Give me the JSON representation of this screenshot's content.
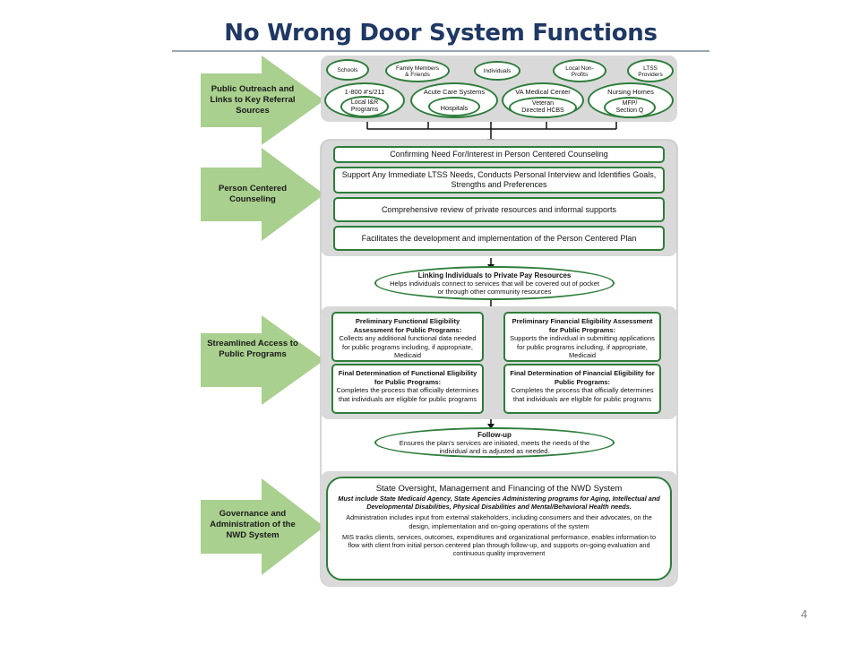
{
  "title": "No Wrong Door System Functions",
  "page_number": "4",
  "colors": {
    "arrow_fill": "#a9d08e",
    "box_border": "#2e7d3b",
    "panel": "#d9d9d9",
    "title": "#1f3864"
  },
  "side_labels": {
    "outreach": "Public Outreach and Links to Key Referral Sources",
    "counseling": "Person Centered Counseling",
    "access": "Streamlined Access to Public Programs",
    "governance": "Governance and Administration of the NWD System"
  },
  "outreach": {
    "schools": "Schools",
    "family": "Family Members & Friends",
    "individuals": "Individuals",
    "local_nonprofits": "Local Non-Profits",
    "ltss_providers": "LTSS Providers",
    "line_211": "1-800 #'s/211",
    "local_ir": "Local I&R Programs",
    "acute_care": "Acute Care Systems",
    "hospitals": "Hospitals",
    "va_medical": "VA Medical Center",
    "veteran_hcbs": "Veteran Directed HCBS",
    "nursing_homes": "Nursing Homes",
    "mfp": "MFP/ Section Q"
  },
  "counseling": {
    "confirm": "Confirming Need For/Interest in Person Centered Counseling",
    "support": "Support Any Immediate LTSS Needs, Conducts Personal Interview and Identifies Goals, Strengths and Preferences",
    "review": "Comprehensive review of private resources and informal supports",
    "facilitates": "Facilitates the development and implementation of the Person Centered Plan"
  },
  "linking": {
    "title": "Linking Individuals to Private Pay Resources",
    "text": "Helps individuals connect to services that will be covered out of pocket or through other community resources"
  },
  "access": {
    "prelim_functional_title": "Preliminary Functional Eligibility Assessment for Public Programs:",
    "prelim_functional_text": "Collects any additional functional data needed for public programs including, if appropriate, Medicaid",
    "prelim_financial_title": "Preliminary Financial Eligibility Assessment for Public Programs:",
    "prelim_financial_text": "Supports the individual in submitting applications for public programs including, if appropriate, Medicaid",
    "final_functional_title": "Final Determination of Functional Eligibility for Public Programs:",
    "final_functional_text": "Completes the process that officially determines that individuals are eligible for public programs",
    "final_financial_title": "Final Determination of Financial Eligibility for Public Programs:",
    "final_financial_text": "Completes the process that officially determines that individuals are eligible for public programs"
  },
  "followup": {
    "title": "Follow-up",
    "text": "Ensures the plan's services are initiated, meets the needs of the individual and is adjusted as needed."
  },
  "governance": {
    "title": "State Oversight, Management and Financing of the NWD System",
    "must_include": "Must include State Medicaid Agency, State Agencies Administering programs for Aging, Intellectual and Developmental Disabilities, Physical Disabilities and Mental/Behavioral Health needs.",
    "administration": "Administration includes input from external stakeholders, including consumers and their advocates, on the design, implementation and on-going operations of the system",
    "mis": "MIS tracks clients, services, outcomes, expenditures and organizational performance, enables information to flow with client from initial person centered plan through follow-up, and supports on-going evaluation and continuous quality improvement"
  }
}
